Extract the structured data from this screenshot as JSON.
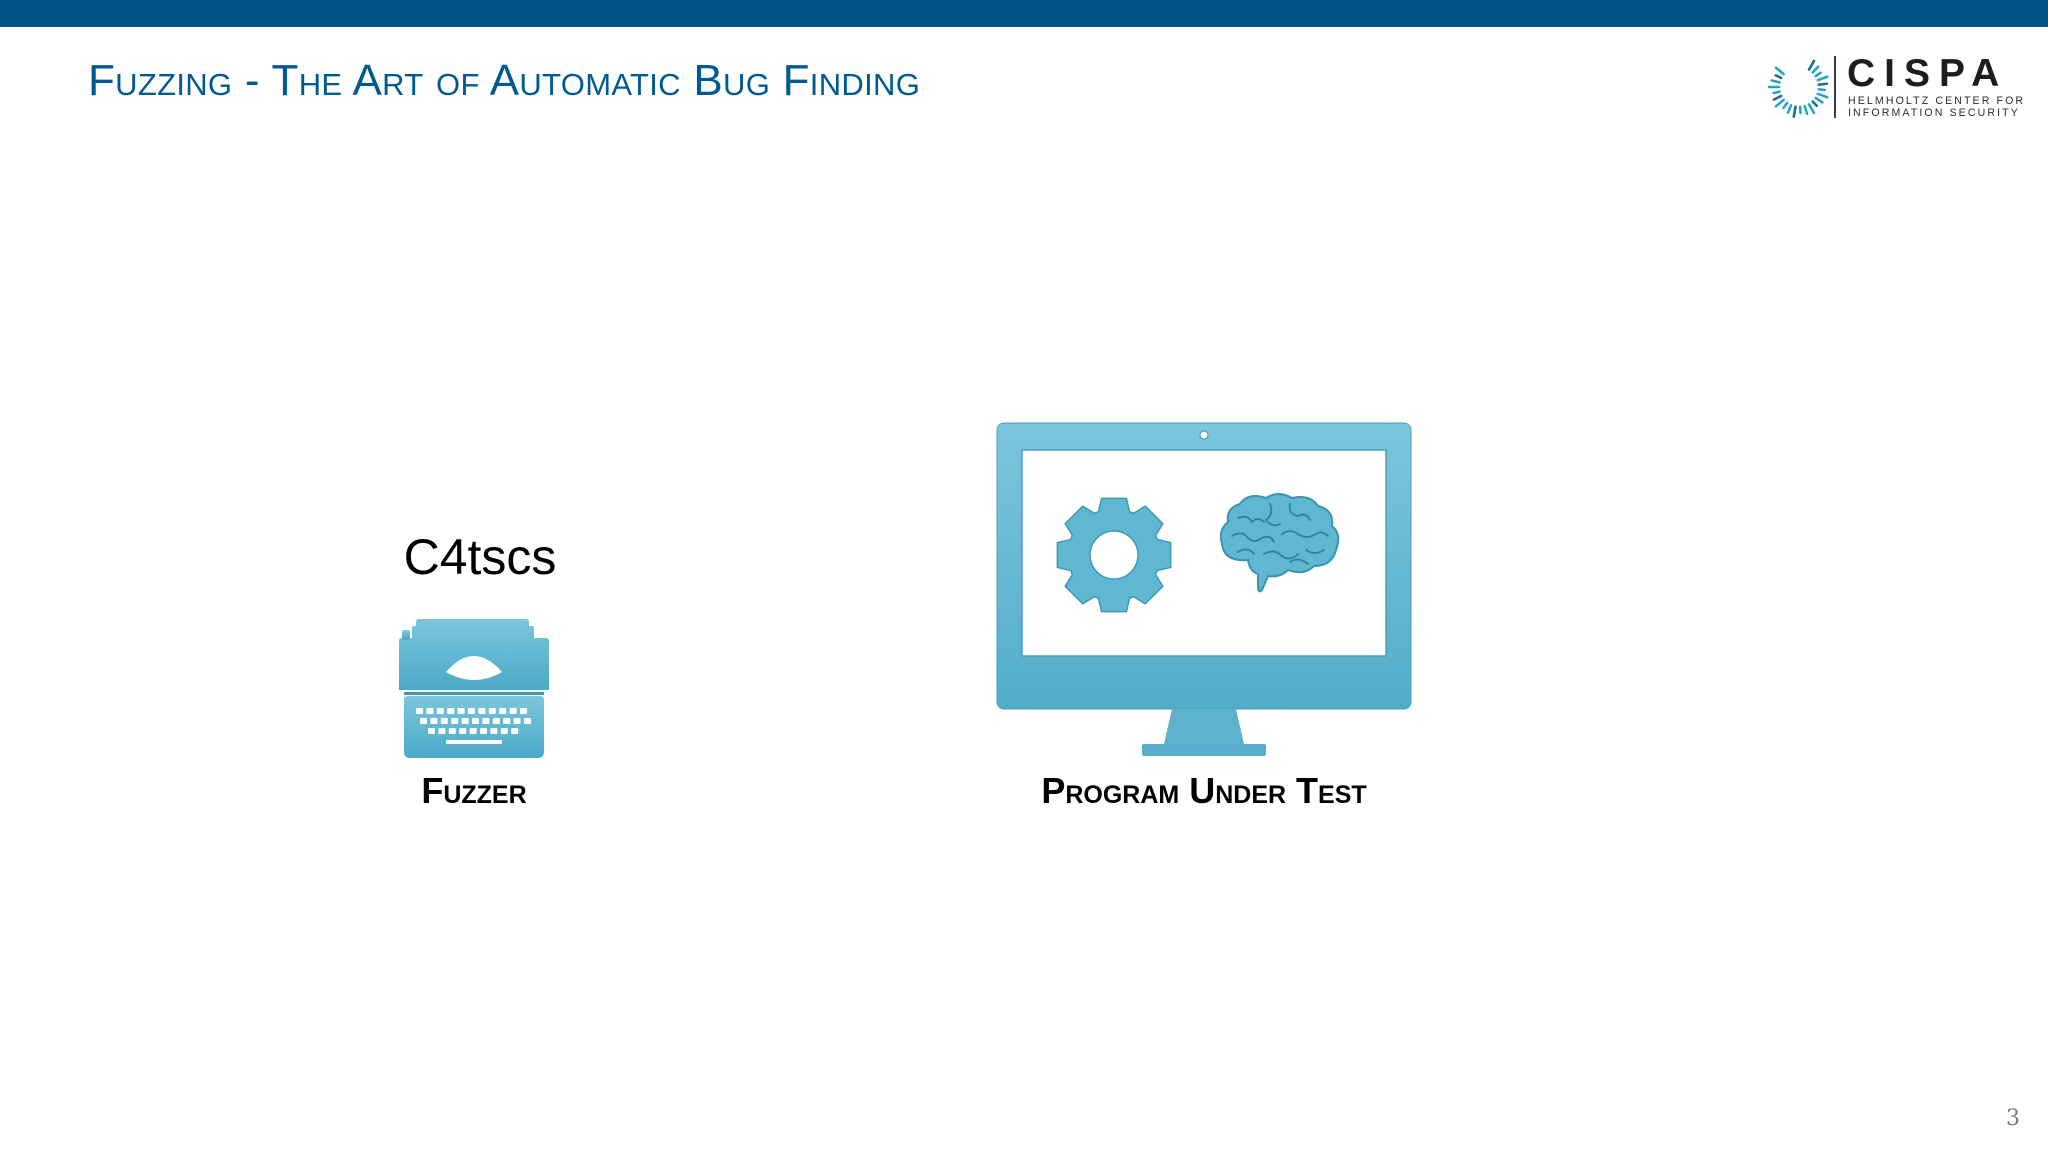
{
  "slide": {
    "title": "Fuzzing - The Art of Automatic Bug Finding",
    "page_number": "3"
  },
  "logo": {
    "name": "CISPA",
    "subtitle_line1": "HELMHOLTZ CENTER FOR",
    "subtitle_line2": "INFORMATION SECURITY"
  },
  "diagram": {
    "fuzzer": {
      "generated_input": "C4tscs",
      "label": "Fuzzer",
      "icon": "typewriter-icon"
    },
    "program": {
      "label": "Program Under Test",
      "icon": "monitor-icon",
      "screen_icons": [
        "gear-icon",
        "brain-icon"
      ]
    }
  },
  "colors": {
    "top_bar": "#00548a",
    "title": "#005a92",
    "icon_fill": "#5fb7d1",
    "icon_fill_dark": "#4aa8c4",
    "logo_accent": "#2aa3c9"
  }
}
